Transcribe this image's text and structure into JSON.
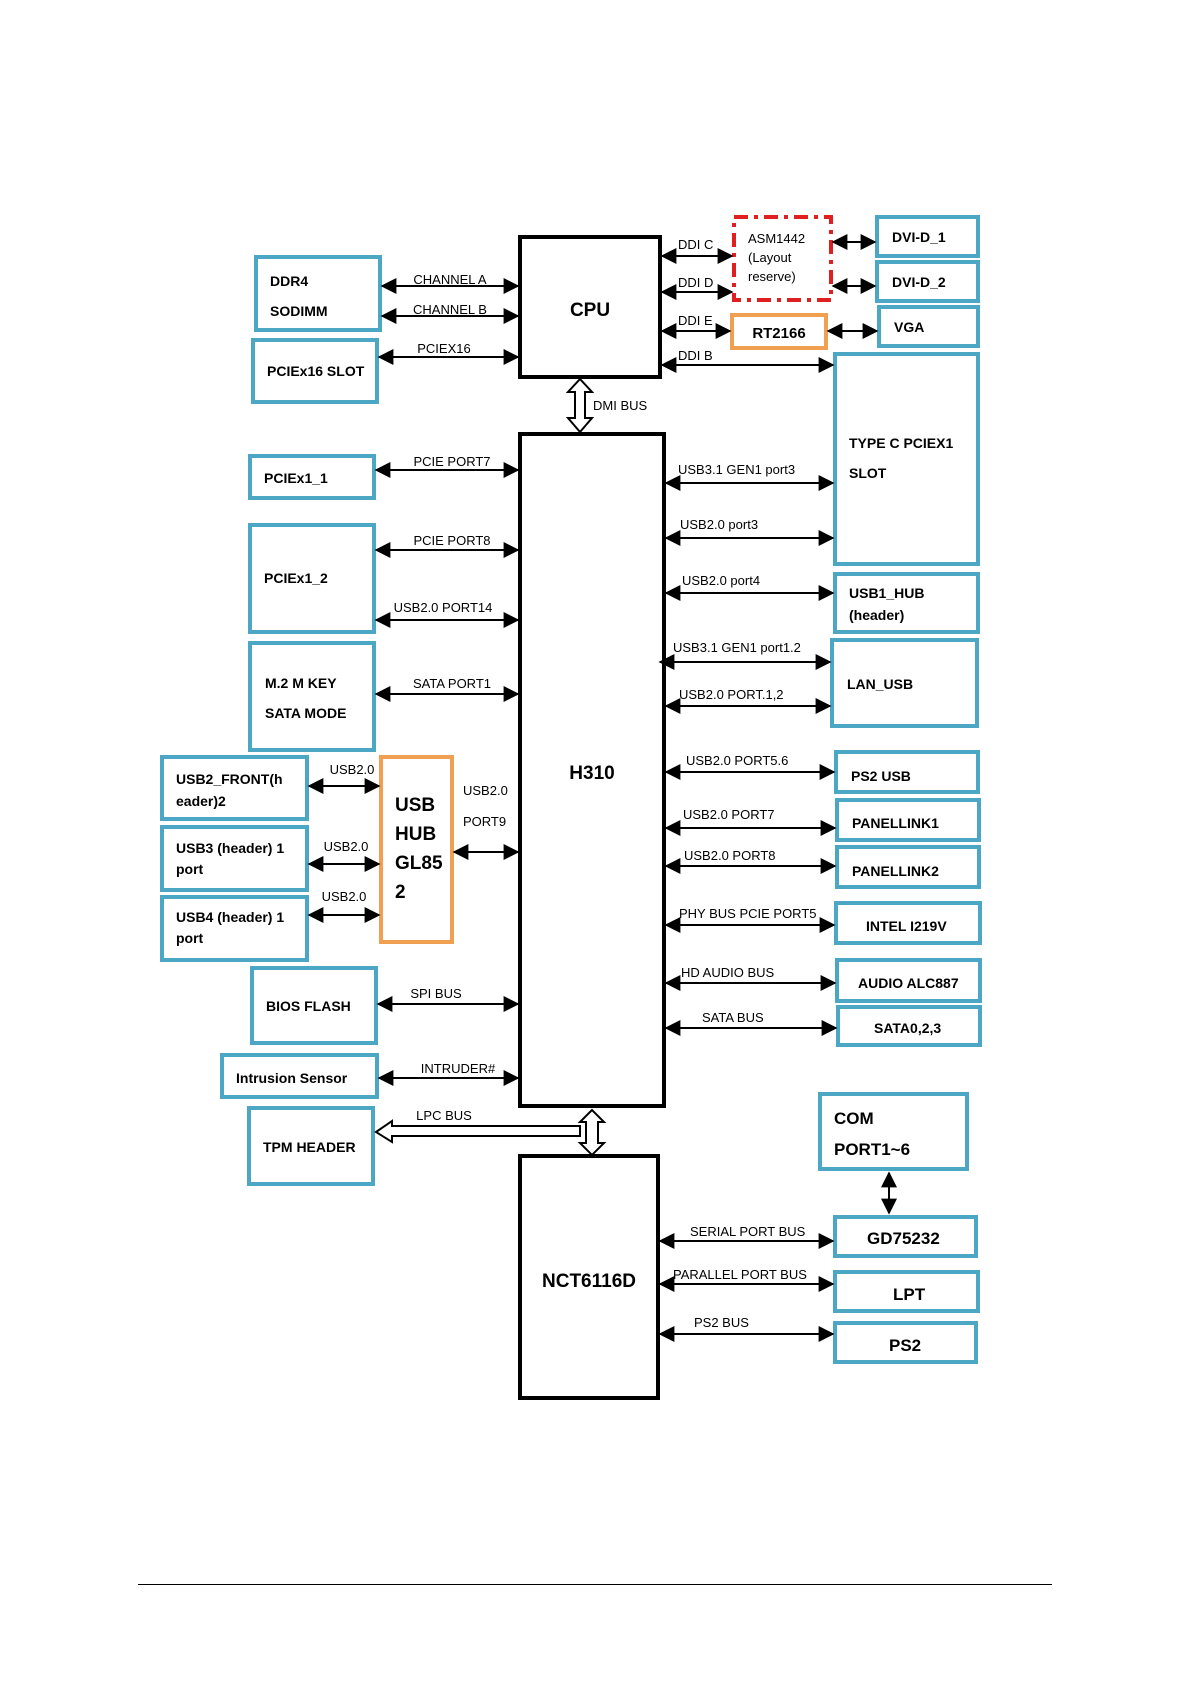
{
  "chips": {
    "cpu": "CPU",
    "pch": "H310",
    "sio": "NCT6116D",
    "usb_hub": [
      "USB",
      "HUB",
      "GL85",
      "2"
    ],
    "rt": "RT2166",
    "asm": [
      "ASM1442",
      "(Layout",
      "reserve)"
    ]
  },
  "left_devices": {
    "ddr4": [
      "DDR4",
      "SODIMM"
    ],
    "pciex16": "PCIEx16 SLOT",
    "pciex1_1": "PCIEx1_1",
    "pciex1_2": "PCIEx1_2",
    "m2": [
      "M.2 M KEY",
      "SATA MODE"
    ],
    "usb2_front": [
      "USB2_FRONT(h",
      "eader)2"
    ],
    "usb3": [
      "USB3 (header) 1",
      "port"
    ],
    "usb4": [
      "USB4 (header) 1",
      "port"
    ],
    "bios": "BIOS FLASH",
    "intrusion": "Intrusion Sensor",
    "tpm": "TPM HEADER"
  },
  "right_devices": {
    "dvi1": "DVI-D_1",
    "dvi2": "DVI-D_2",
    "vga": "VGA",
    "typec": [
      "TYPE C PCIEX1",
      "SLOT"
    ],
    "usb1_hub": [
      "USB1_HUB",
      "(header)"
    ],
    "lan_usb": "LAN_USB",
    "ps2_usb": "PS2  USB",
    "panellink1": "PANELLINK1",
    "panellink2": "PANELLINK2",
    "intel": "INTEL I219V",
    "audio": "AUDIO ALC887",
    "sata": "SATA0,2,3",
    "com": [
      "COM",
      "PORT1~6"
    ],
    "gd": "GD75232",
    "lpt": "LPT",
    "ps2": "PS2"
  },
  "buses": {
    "channel_a": "CHANNEL A",
    "channel_b": "CHANNEL B",
    "pciex16": "PCIEX16",
    "ddi_c": "DDI C",
    "ddi_d": "DDI D",
    "ddi_e": "DDI E",
    "ddi_b": "DDI B",
    "dmi": "DMI BUS",
    "pcie7": "PCIE PORT7",
    "pcie8": "PCIE PORT8",
    "usb2_14": "USB2.0 PORT14",
    "sata1": "SATA PORT1",
    "usb2_a": "USB2.0",
    "usb2_b": "USB2.0",
    "usb2_c": "USB2.0",
    "usb2_port9": [
      "USB2.0",
      "PORT9"
    ],
    "spi": "SPI BUS",
    "intruder": "INTRUDER#",
    "lpc": "LPC BUS",
    "usb31_p3": "USB3.1 GEN1 port3",
    "usb20_p3": "USB2.0 port3",
    "usb20_p4": "USB2.0 port4",
    "usb31_p12": "USB3.1 GEN1 port1.2",
    "usb20_p12": "USB2.0 PORT.1,2",
    "usb20_p56": "USB2.0 PORT5.6",
    "usb20_p7": "USB2.0 PORT7",
    "usb20_p8": "USB2.0 PORT8",
    "phy": "PHY BUS PCIE PORT5",
    "hda": "HD AUDIO BUS",
    "sata_bus": "SATA BUS",
    "serial": "SERIAL PORT BUS",
    "parallel": "PARALLEL PORT BUS",
    "ps2_bus": "PS2 BUS"
  },
  "colors": {
    "device_border": "#4ba7c4",
    "chip_border": "#000000",
    "hub_border": "#f0a050",
    "reserve_border": "#e02020"
  }
}
